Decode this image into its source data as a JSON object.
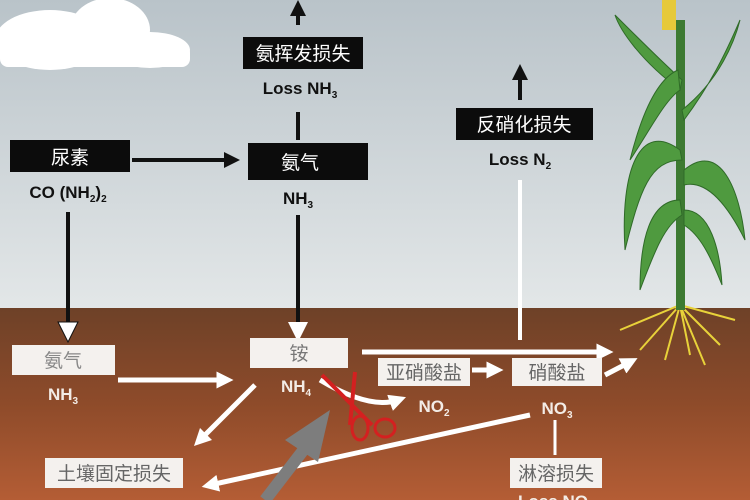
{
  "atmosphere": {
    "ammonia_volatilization": {
      "label": "氨挥发损失",
      "formula": "Loss NH",
      "sub": "3"
    },
    "urea": {
      "label": "尿素",
      "formula": "CO (NH",
      "sub": "2",
      "tail": ")",
      "sub2": "2"
    },
    "ammonia_gas": {
      "label": "氨气",
      "formula": "NH",
      "sub": "3"
    },
    "denitrification": {
      "label": "反硝化损失",
      "formula": "Loss N",
      "sub": "2"
    }
  },
  "soil": {
    "ammonia": {
      "label": "氨气",
      "formula": "NH",
      "sub": "3"
    },
    "ammonium": {
      "label": "铵",
      "formula": "NH",
      "sub": "4"
    },
    "nitrite": {
      "label": "亚硝酸盐",
      "formula": "NO",
      "sub": "2"
    },
    "nitrate": {
      "label": "硝酸盐",
      "formula": "NO",
      "sub": "3"
    },
    "soil_fixation": {
      "label": "土壤固定损失"
    },
    "leaching": {
      "label": "淋溶损失",
      "formula": "Loss NO"
    }
  },
  "colors": {
    "sky": "#c9d3d8",
    "soil": "#8b4a2a",
    "scissors": "#d42020",
    "inhibitor_arrow": "#7d7d7d"
  },
  "icons": [
    "cloud",
    "corn-plant",
    "scissors-icon",
    "inhibitor-arrow"
  ]
}
